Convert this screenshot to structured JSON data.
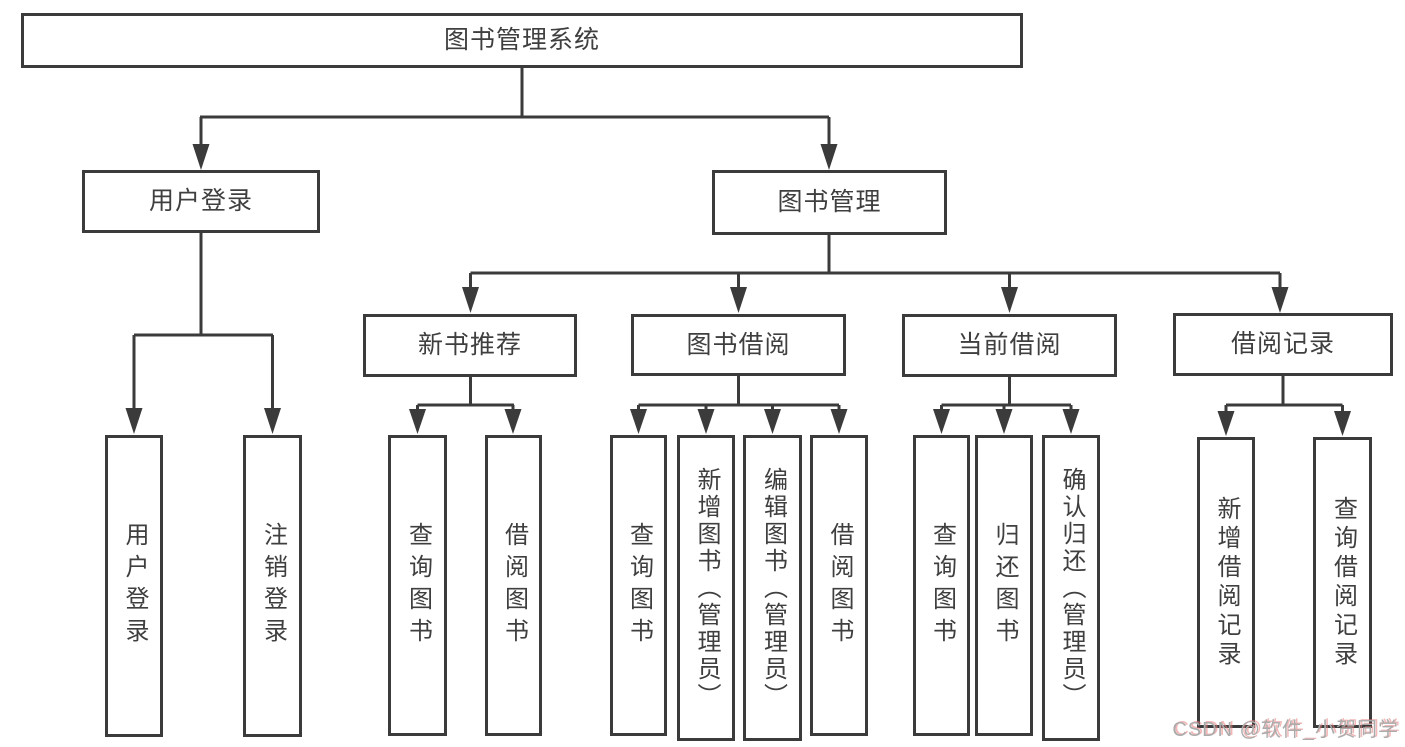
{
  "tree": {
    "root_label": "图书管理系统",
    "login": {
      "label": "用户登录",
      "children": [
        {
          "label": "用户登录"
        },
        {
          "label": "注销登录"
        }
      ]
    },
    "management": {
      "label": "图书管理",
      "groups": [
        {
          "label": "新书推荐",
          "children": [
            {
              "label": "查询图书"
            },
            {
              "label": "借阅图书"
            }
          ]
        },
        {
          "label": "图书借阅",
          "children": [
            {
              "label": "查询图书"
            },
            {
              "label": "新增图书（管理员）"
            },
            {
              "label": "编辑图书（管理员）"
            },
            {
              "label": "借阅图书"
            }
          ]
        },
        {
          "label": "当前借阅",
          "children": [
            {
              "label": "查询图书"
            },
            {
              "label": "归还图书"
            },
            {
              "label": "确认归还（管理员）"
            }
          ]
        },
        {
          "label": "借阅记录",
          "children": [
            {
              "label": "新增借阅记录"
            },
            {
              "label": "查询借阅记录"
            }
          ]
        }
      ]
    }
  },
  "watermark": {
    "text": "CSDN @软件_小贺同学"
  },
  "colors": {
    "line": "#3b3b3b",
    "text": "#3f3f3f",
    "box_background": "#ffffff",
    "watermark_gray": "#ababab",
    "watermark_red": "#e87c7c"
  }
}
